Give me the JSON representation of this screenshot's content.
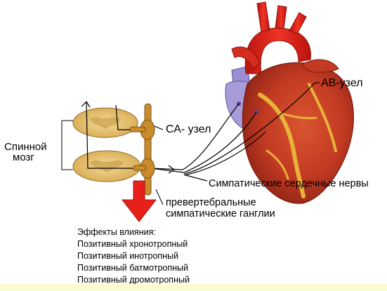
{
  "labels": {
    "spinal_cord_line1": "Спинной",
    "spinal_cord_line2": "мозг",
    "sa_node": "СА- узел",
    "av_node": "АВ-узел",
    "sympathetic_nerves": "Симпатические сердечные нервы",
    "ganglia_line1": "превертебральные",
    "ganglia_line2": "симпатические ганглии"
  },
  "effects": {
    "title": "Эффекты влияния:",
    "items": [
      "Позитивный хронотропный",
      "Позитивный инотропный",
      "Позитивный  батмотропный",
      "Позитивный дромотропный"
    ]
  },
  "colors": {
    "heart": "#c8412a",
    "aorta": "#e2231a",
    "spinal_cord": "#e8c46a",
    "ganglion_chain": "#c98b2b",
    "arrow": "#e8201a",
    "bottom_band": "#fbfbd0"
  }
}
